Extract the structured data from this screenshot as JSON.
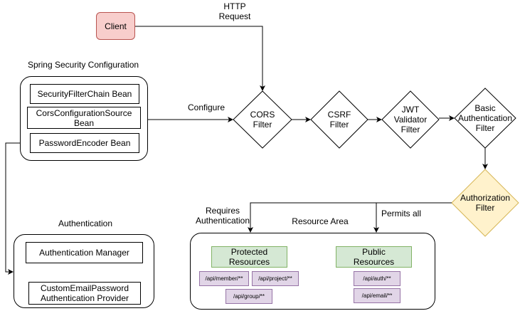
{
  "colors": {
    "client_fill": "#f8cecc",
    "client_stroke": "#b85450",
    "authorization_fill": "#fff2cc",
    "authorization_stroke": "#d6b656",
    "resource_fill": "#d5e8d4",
    "resource_stroke": "#82b366",
    "endpoint_fill": "#e1d5e7",
    "endpoint_stroke": "#9673a6"
  },
  "client": {
    "label": "Client"
  },
  "edges": {
    "http_request": "HTTP\nRequest",
    "configure": "Configure",
    "requires_auth": "Requires\nAuthentication",
    "permits_all": "Permits all"
  },
  "config": {
    "title": "Spring Security Configuration",
    "beans": [
      "SecurityFilterChain Bean",
      "CorsConfigurationSource\nBean",
      "PasswordEncoder Bean"
    ]
  },
  "filters": {
    "cors": "CORS\nFilter",
    "csrf": "CSRF\nFilter",
    "jwt": "JWT\nValidator\nFilter",
    "basic": "Basic\nAuthentication\nFilter",
    "authorization": "Authorization\nFilter"
  },
  "authentication": {
    "title": "Authentication",
    "manager": "Authentication Manager",
    "provider": "CustomEmailPassword\nAuthentication Provider"
  },
  "resources": {
    "title": "Resource Area",
    "protected": {
      "label": "Protected\nResources",
      "endpoints": [
        "/api/member/**",
        "/api/project/**",
        "/api/group/**"
      ]
    },
    "public": {
      "label": "Public\nResources",
      "endpoints": [
        "/api/auth/**",
        "/api/email/**"
      ]
    }
  }
}
